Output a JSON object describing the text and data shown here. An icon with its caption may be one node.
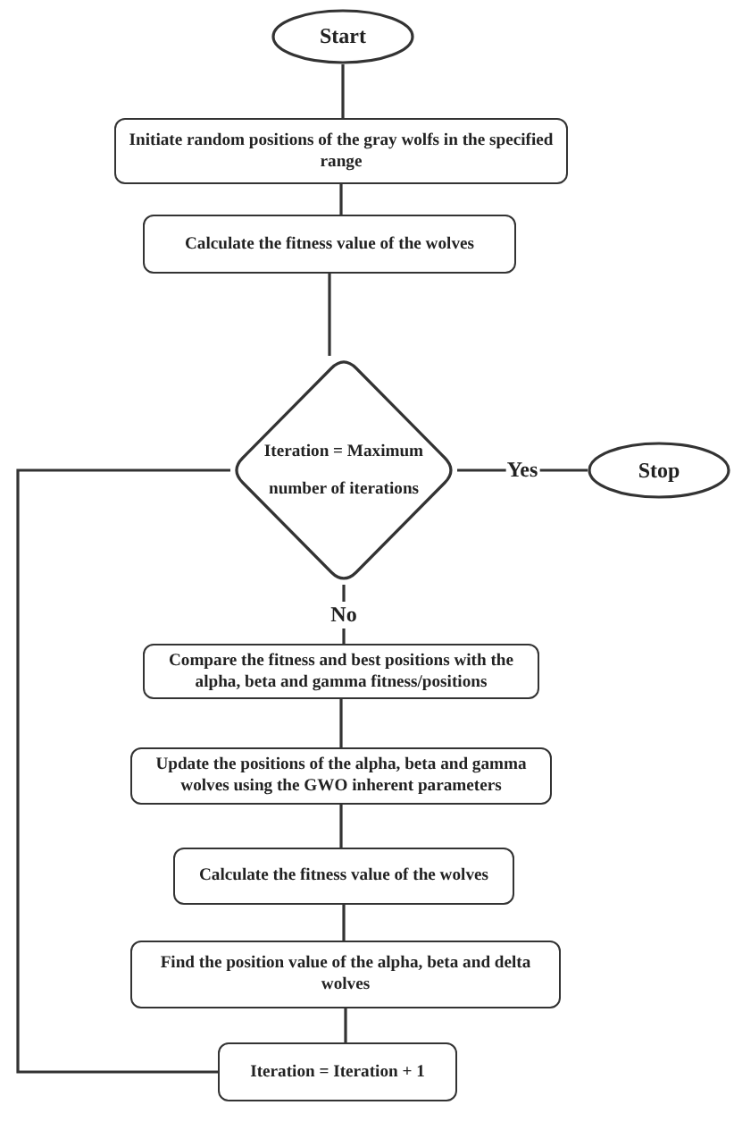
{
  "diagram": {
    "nodes": [
      {
        "text": [
          "Start"
        ]
      },
      {
        "text": [
          "Initiate random positions of the gray wolfs in the specified range"
        ]
      },
      {
        "text": [
          "Calculate the fitness value of the wolves"
        ]
      },
      {
        "text": [
          "Iteration = Maximum number of iterations"
        ]
      },
      {
        "text": [
          "Stop"
        ]
      },
      {
        "text": [
          "Compare the fitness and best positions with the alpha, beta and gamma fitness/positions"
        ]
      },
      {
        "text": [
          "Update the positions of the alpha, beta and gamma wolves using the GWO inherent parameters"
        ]
      },
      {
        "text": [
          "Calculate the fitness value of the wolves"
        ]
      },
      {
        "text": [
          "Find the position value of the alpha, beta and delta wolves"
        ]
      },
      {
        "text": [
          "Iteration = Iteration + 1"
        ]
      }
    ],
    "edges": [
      {
        "from": 0,
        "to": 1,
        "arrow": "none"
      },
      {
        "from": 1,
        "to": 2,
        "arrow": "none"
      },
      {
        "from": 2,
        "to": 3,
        "arrow": "none"
      },
      {
        "from": 3,
        "to": 4,
        "label": "Yes",
        "arrow": "none"
      },
      {
        "from": 3,
        "to": 5,
        "label": "No",
        "arrow": "none"
      },
      {
        "from": 5,
        "to": 6,
        "arrow": "none"
      },
      {
        "from": 6,
        "to": 7,
        "arrow": "none"
      },
      {
        "from": 7,
        "to": 8,
        "arrow": "none"
      },
      {
        "from": 8,
        "to": 9,
        "arrow": "none"
      },
      {
        "from": 9,
        "to": 3,
        "arrow": "none"
      }
    ]
  }
}
